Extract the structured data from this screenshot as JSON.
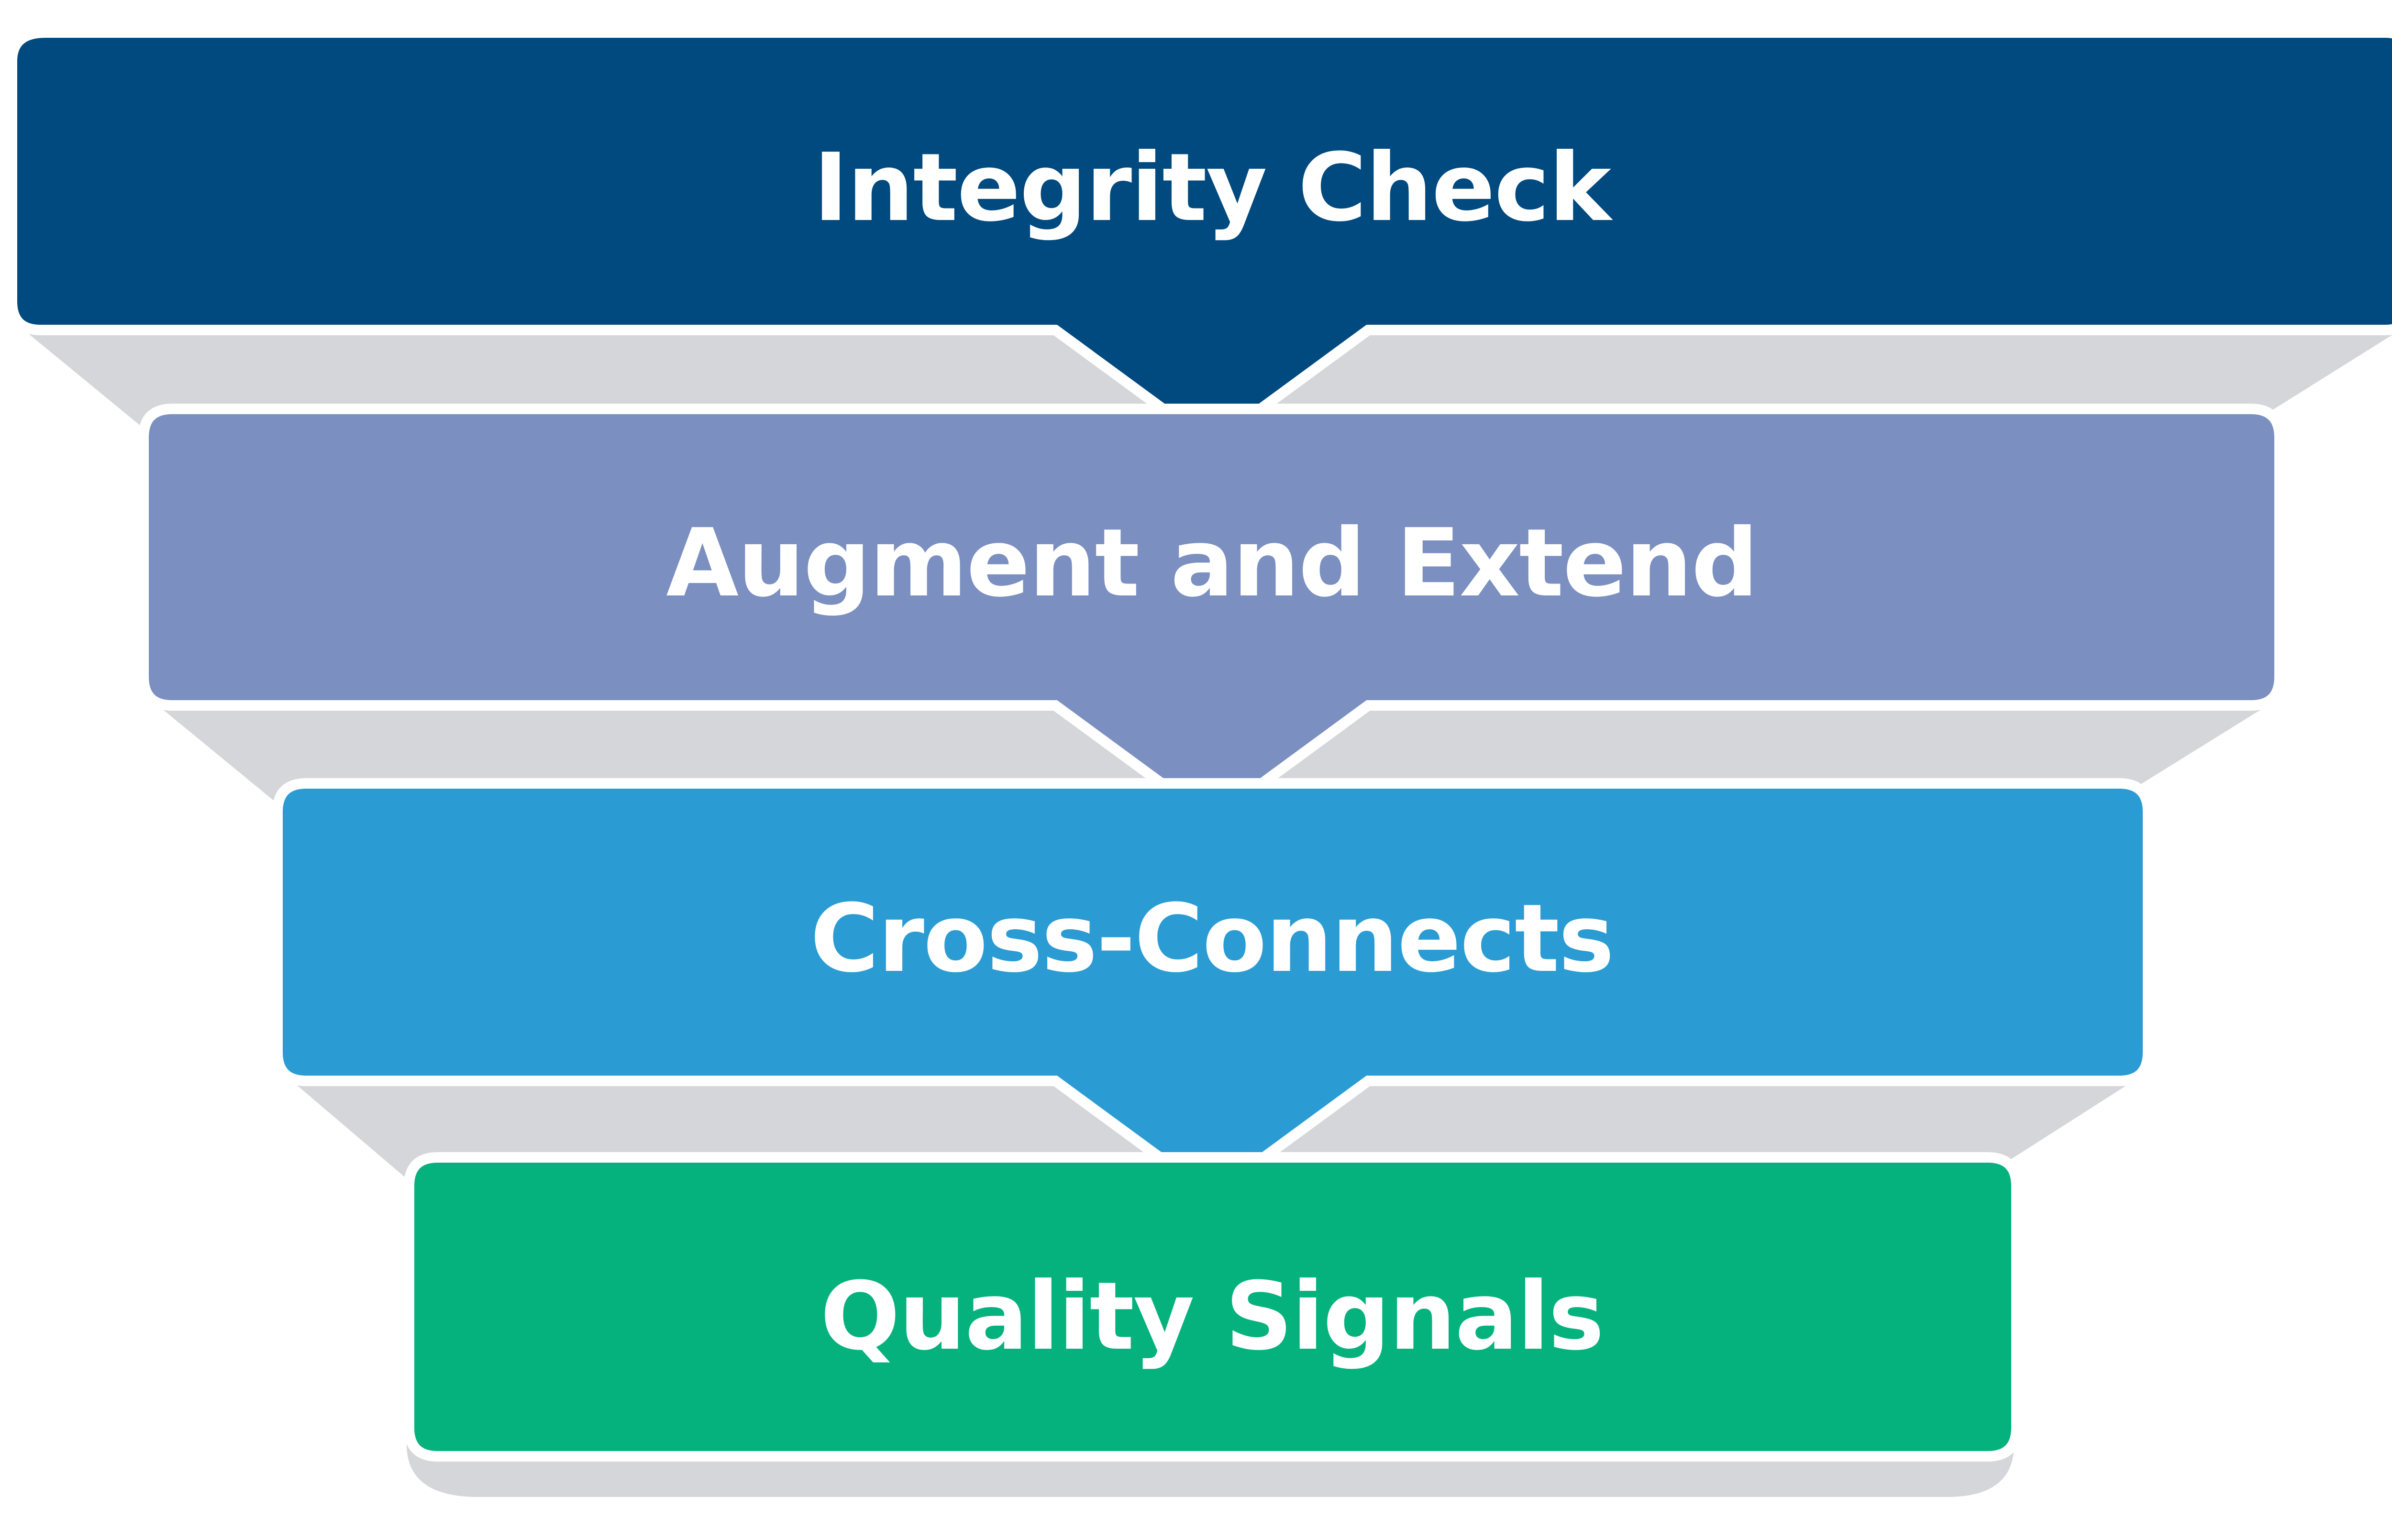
{
  "diagram": {
    "type": "funnel",
    "stages": [
      {
        "label": "Integrity Check",
        "color": "#004a7f"
      },
      {
        "label": "Augment and Extend",
        "color": "#7b8fc0"
      },
      {
        "label": "Cross-Connects",
        "color": "#2b9cd3"
      },
      {
        "label": "Quality Signals",
        "color": "#05b27d"
      }
    ],
    "connector_color": "#d5d6d9",
    "outline_color": "#ffffff"
  }
}
